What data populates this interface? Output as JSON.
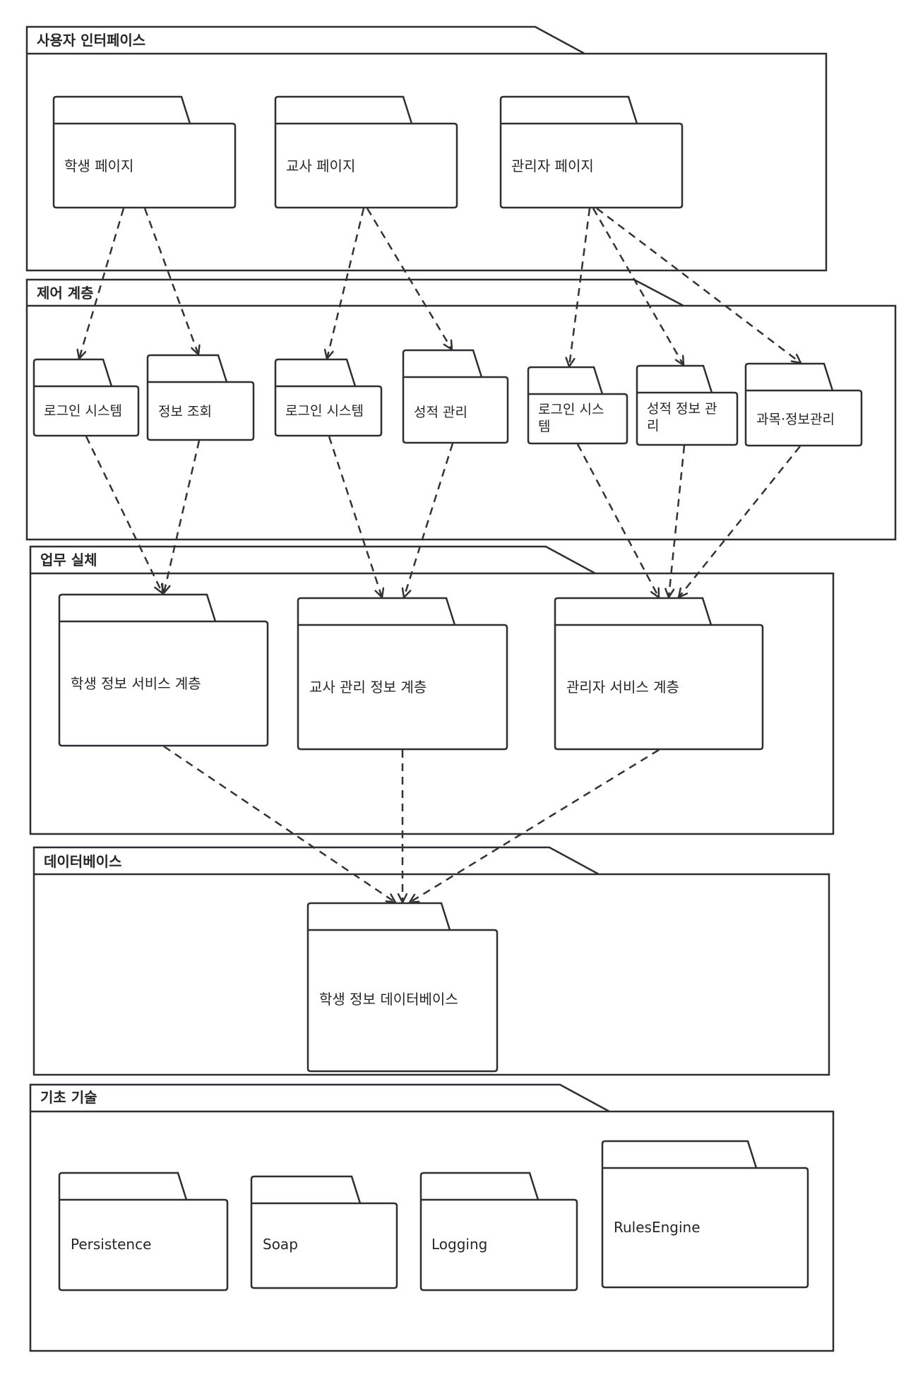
{
  "diagram": {
    "type": "package-dependency",
    "colors": {
      "stroke": "#2e2e33",
      "text": "#262626",
      "background": "#ffffff"
    },
    "layers": [
      {
        "id": "ui",
        "title": "사용자 인터페이스"
      },
      {
        "id": "control",
        "title": "제어 계층"
      },
      {
        "id": "business",
        "title": "업무 실체"
      },
      {
        "id": "db",
        "title": "데이터베이스"
      },
      {
        "id": "foundation",
        "title": "기초 기술"
      }
    ],
    "packages": [
      {
        "id": "student_page",
        "layer": "ui",
        "lines": [
          "학생 페이지"
        ]
      },
      {
        "id": "teacher_page",
        "layer": "ui",
        "lines": [
          "교사 페이지"
        ]
      },
      {
        "id": "admin_page",
        "layer": "ui",
        "lines": [
          "관리자 페이지"
        ]
      },
      {
        "id": "login_student",
        "layer": "control",
        "lines": [
          "로그인 시스템"
        ]
      },
      {
        "id": "info_query",
        "layer": "control",
        "lines": [
          "정보 조회"
        ]
      },
      {
        "id": "login_teacher",
        "layer": "control",
        "lines": [
          "로그인 시스템"
        ]
      },
      {
        "id": "grade_mgmt",
        "layer": "control",
        "lines": [
          "성적 관리"
        ]
      },
      {
        "id": "login_admin",
        "layer": "control",
        "lines": [
          "로그인 시스",
          "템"
        ]
      },
      {
        "id": "grade_info_mgmt",
        "layer": "control",
        "lines": [
          "성적 정보 관",
          "리"
        ]
      },
      {
        "id": "course_info_mgmt",
        "layer": "control",
        "lines": [
          "과목·정보관리"
        ]
      },
      {
        "id": "student_service",
        "layer": "business",
        "lines": [
          "학생 정보 서비스 계층"
        ]
      },
      {
        "id": "teacher_service",
        "layer": "business",
        "lines": [
          "교사 관리 정보 계층"
        ]
      },
      {
        "id": "admin_service",
        "layer": "business",
        "lines": [
          "관리자 서비스 계층"
        ]
      },
      {
        "id": "student_db",
        "layer": "db",
        "lines": [
          "학생 정보 데이터베이스"
        ]
      },
      {
        "id": "persistence",
        "layer": "foundation",
        "lines": [
          "Persistence"
        ]
      },
      {
        "id": "soap",
        "layer": "foundation",
        "lines": [
          "Soap"
        ]
      },
      {
        "id": "logging",
        "layer": "foundation",
        "lines": [
          "Logging"
        ]
      },
      {
        "id": "rules_engine",
        "layer": "foundation",
        "lines": [
          "RulesEngine"
        ]
      }
    ],
    "dependencies": [
      {
        "from": "student_page",
        "to": "login_student"
      },
      {
        "from": "student_page",
        "to": "info_query"
      },
      {
        "from": "teacher_page",
        "to": "login_teacher"
      },
      {
        "from": "teacher_page",
        "to": "grade_mgmt"
      },
      {
        "from": "admin_page",
        "to": "login_admin"
      },
      {
        "from": "admin_page",
        "to": "grade_info_mgmt"
      },
      {
        "from": "admin_page",
        "to": "course_info_mgmt"
      },
      {
        "from": "login_student",
        "to": "student_service"
      },
      {
        "from": "info_query",
        "to": "student_service"
      },
      {
        "from": "login_teacher",
        "to": "teacher_service"
      },
      {
        "from": "grade_mgmt",
        "to": "teacher_service"
      },
      {
        "from": "login_admin",
        "to": "admin_service"
      },
      {
        "from": "grade_info_mgmt",
        "to": "admin_service"
      },
      {
        "from": "course_info_mgmt",
        "to": "admin_service"
      },
      {
        "from": "student_service",
        "to": "student_db"
      },
      {
        "from": "teacher_service",
        "to": "student_db"
      },
      {
        "from": "admin_service",
        "to": "student_db"
      }
    ]
  }
}
